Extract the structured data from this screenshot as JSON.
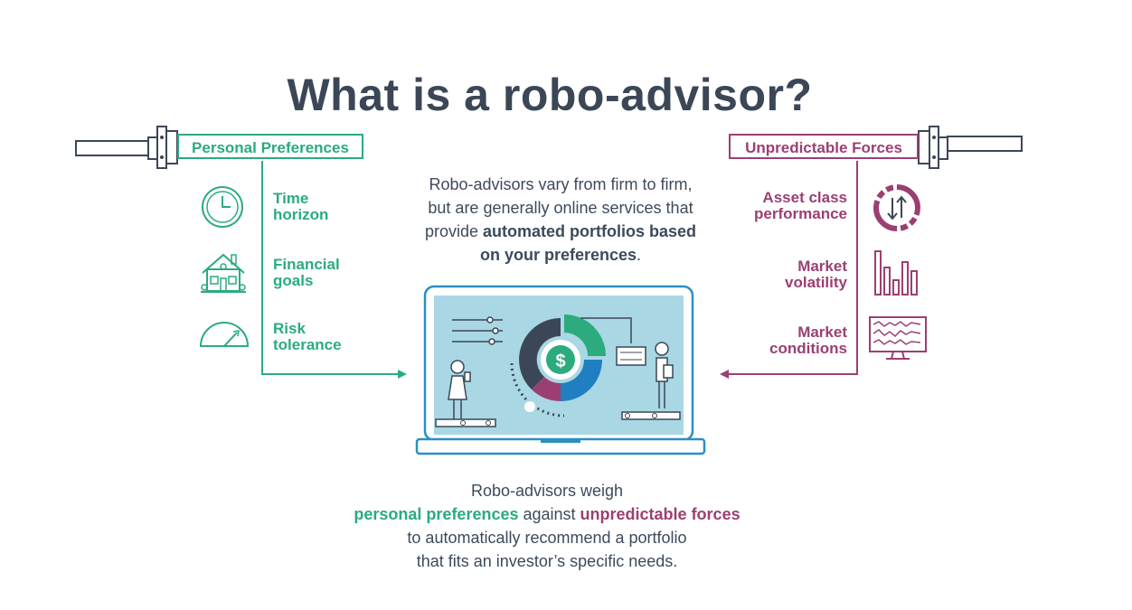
{
  "title": "What is a robo-advisor?",
  "personal_preferences": {
    "header": "Personal Preferences",
    "items": [
      {
        "label_line1": "Time",
        "label_line2": "horizon",
        "icon": "clock-icon"
      },
      {
        "label_line1": "Financial",
        "label_line2": "goals",
        "icon": "house-icon"
      },
      {
        "label_line1": "Risk",
        "label_line2": "tolerance",
        "icon": "gauge-icon"
      }
    ]
  },
  "unpredictable_forces": {
    "header": "Unpredictable Forces",
    "items": [
      {
        "label_line1": "Asset class",
        "label_line2": "performance",
        "icon": "cycle-arrows-icon"
      },
      {
        "label_line1": "Market",
        "label_line2": "volatility",
        "icon": "bar-chart-icon"
      },
      {
        "label_line1": "Market",
        "label_line2": "conditions",
        "icon": "monitor-icon"
      }
    ]
  },
  "description_top": {
    "line1": "Robo-advisors vary from firm to firm,",
    "line2": "but are generally online services that",
    "line3_plain": "provide ",
    "line3_bold": "automated portfolios based",
    "line4_bold": "on your preferences",
    "line4_plain": "."
  },
  "description_bottom": {
    "line1": "Robo-advisors weigh",
    "line2_green": "personal preferences",
    "line2_plain": " against ",
    "line2_purple": "unpredictable forces",
    "line3": "to automatically recommend a portfolio",
    "line4": "that fits an investor’s specific needs."
  },
  "laptop": {
    "dollar_symbol": "$"
  },
  "colors": {
    "green": "#2bab7e",
    "purple": "#9b3f72",
    "navy": "#3b4757",
    "blue": "#1f7fc0",
    "screen": "#a9d7e3",
    "laptop_frame": "#2a8fc2"
  }
}
